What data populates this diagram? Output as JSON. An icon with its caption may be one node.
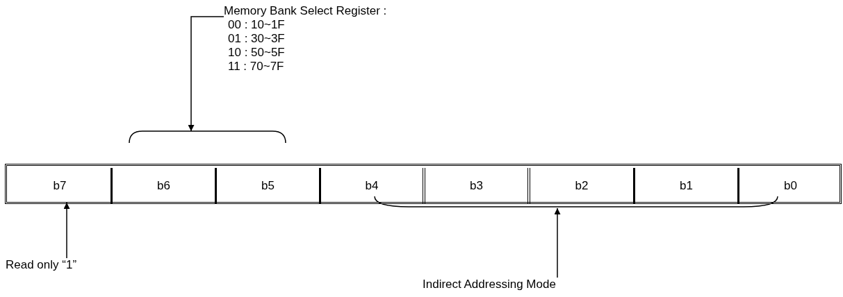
{
  "diagram": {
    "nodes": [
      {
        "text": [
          "Memory Bank Select Register :",
          "00 : 10~1F",
          "01 : 30~3F",
          "10 : 50~5F",
          "11 : 70~7F"
        ]
      },
      {
        "text": [],
        "shape": "bracket"
      },
      {
        "text": [],
        "shape": "box"
      },
      {
        "text": [
          "b7"
        ],
        "in": 2
      },
      {
        "text": [
          "b6"
        ],
        "in": 2
      },
      {
        "text": [
          "b5"
        ],
        "in": 2
      },
      {
        "text": [
          "b4"
        ],
        "in": 2
      },
      {
        "text": [
          "b3"
        ],
        "in": 2
      },
      {
        "text": [
          "b2"
        ],
        "in": 2
      },
      {
        "text": [
          "b1"
        ],
        "in": 2
      },
      {
        "text": [
          "b0"
        ],
        "in": 2
      },
      {
        "text": [],
        "shape": "bracket"
      },
      {
        "text": [
          "Read only “1”"
        ]
      },
      {
        "text": [
          "Indirect Addressing Mode"
        ]
      }
    ],
    "edges": [
      {
        "from": 0,
        "to": 1,
        "arrow": "to"
      },
      {
        "from": 12,
        "to": 3,
        "arrow": "to"
      },
      {
        "from": 13,
        "to": 11,
        "arrow": "to"
      }
    ]
  }
}
